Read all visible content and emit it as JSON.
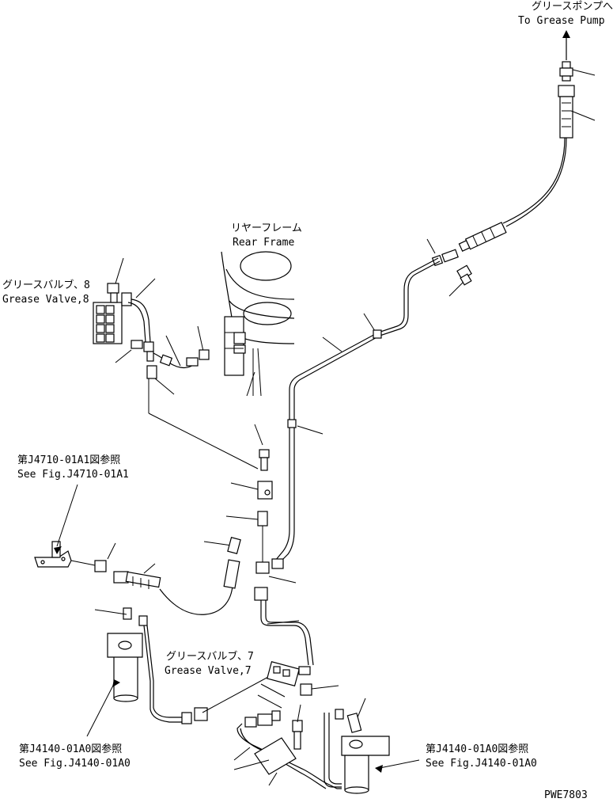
{
  "labels": {
    "to_pump_jp": "グリースポンプへ",
    "to_pump_en": "To Grease Pump",
    "rear_frame_jp": "リヤーフレーム",
    "rear_frame_en": "Rear Frame",
    "grease_valve8_jp": "グリースバルブ、8",
    "grease_valve8_en": "Grease Valve,8",
    "see_j4710_jp": "第J4710-01A1図参照",
    "see_j4710_en": "See Fig.J4710-01A1",
    "grease_valve7_jp": "グリースバルブ、7",
    "grease_valve7_en": "Grease Valve,7",
    "see_j4140_left_jp": "第J4140-01A0図参照",
    "see_j4140_left_en": "See Fig.J4140-01A0",
    "see_j4140_right_jp": "第J4140-01A0図参照",
    "see_j4140_right_en": "See Fig.J4140-01A0",
    "drawing_code": "PWE7803"
  }
}
